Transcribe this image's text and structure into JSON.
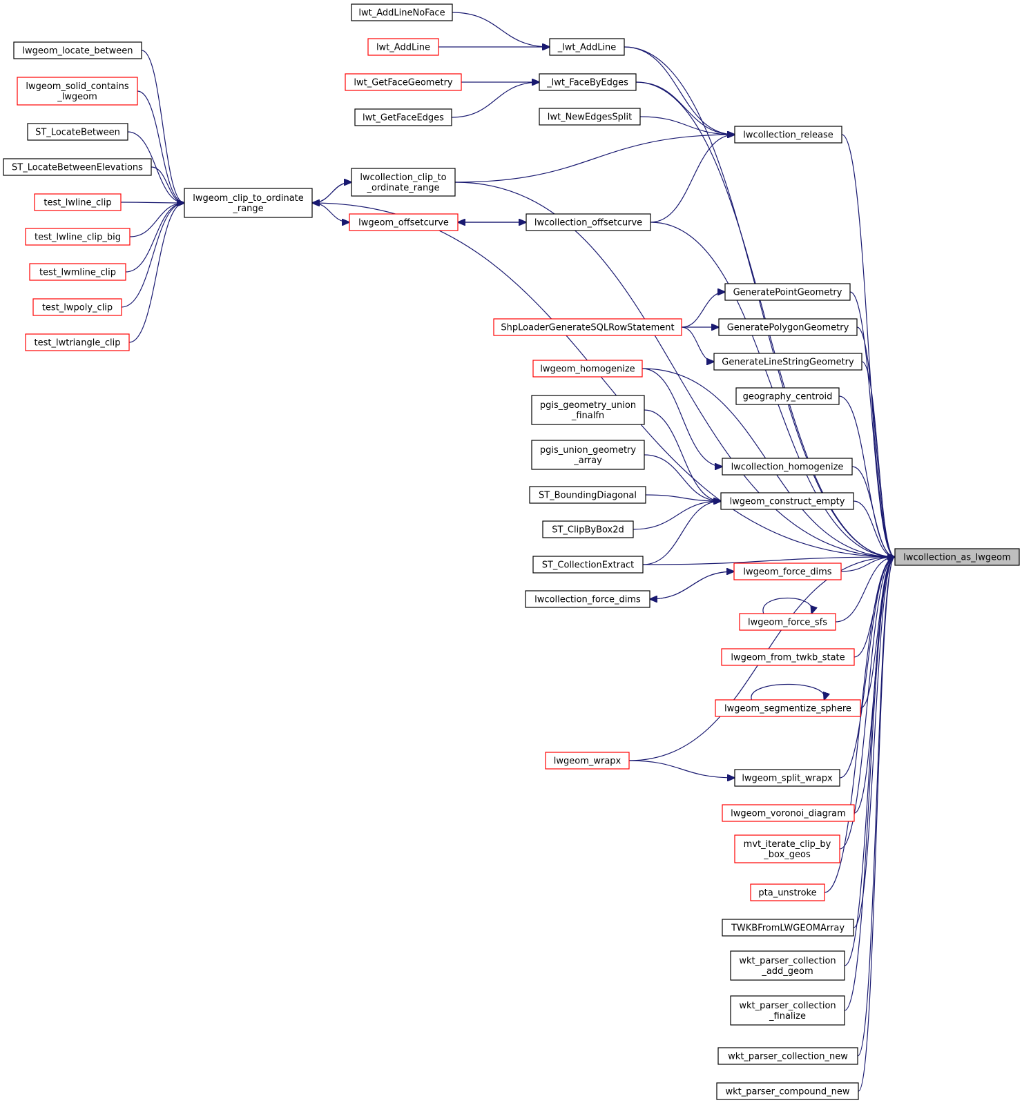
{
  "diagram": {
    "nodes": [
      {
        "id": "lwcollection_as_lwgeom",
        "lines": [
          "lwcollection_as_lwgeom"
        ],
        "color": "focus"
      },
      {
        "id": "lwt_AddLineNoFace",
        "lines": [
          "lwt_AddLineNoFace"
        ],
        "color": "black"
      },
      {
        "id": "lwt_AddLine",
        "lines": [
          "lwt_AddLine"
        ],
        "color": "red"
      },
      {
        "id": "_lwt_AddLine",
        "lines": [
          "_lwt_AddLine"
        ],
        "color": "black"
      },
      {
        "id": "lwt_GetFaceGeometry",
        "lines": [
          "lwt_GetFaceGeometry"
        ],
        "color": "red"
      },
      {
        "id": "_lwt_FaceByEdges",
        "lines": [
          "_lwt_FaceByEdges"
        ],
        "color": "black"
      },
      {
        "id": "lwt_GetFaceEdges",
        "lines": [
          "lwt_GetFaceEdges"
        ],
        "color": "black"
      },
      {
        "id": "lwt_NewEdgesSplit",
        "lines": [
          "lwt_NewEdgesSplit"
        ],
        "color": "black"
      },
      {
        "id": "lwcollection_release",
        "lines": [
          "lwcollection_release"
        ],
        "color": "black"
      },
      {
        "id": "lwcollection_clip_to_ordinate_range",
        "lines": [
          "lwcollection_clip_to",
          "_ordinate_range"
        ],
        "color": "black"
      },
      {
        "id": "lwgeom_offsetcurve",
        "lines": [
          "lwgeom_offsetcurve"
        ],
        "color": "red"
      },
      {
        "id": "lwcollection_offsetcurve",
        "lines": [
          "lwcollection_offsetcurve"
        ],
        "color": "black"
      },
      {
        "id": "lwgeom_clip_to_ordinate_range",
        "lines": [
          "lwgeom_clip_to_ordinate",
          "_range"
        ],
        "color": "black"
      },
      {
        "id": "lwgeom_locate_between",
        "lines": [
          "lwgeom_locate_between"
        ],
        "color": "black"
      },
      {
        "id": "lwgeom_solid_contains_lwgeom",
        "lines": [
          "lwgeom_solid_contains",
          "_lwgeom"
        ],
        "color": "red"
      },
      {
        "id": "ST_LocateBetween",
        "lines": [
          "ST_LocateBetween"
        ],
        "color": "black"
      },
      {
        "id": "ST_LocateBetweenElevations",
        "lines": [
          "ST_LocateBetweenElevations"
        ],
        "color": "black"
      },
      {
        "id": "test_lwline_clip",
        "lines": [
          "test_lwline_clip"
        ],
        "color": "red"
      },
      {
        "id": "test_lwline_clip_big",
        "lines": [
          "test_lwline_clip_big"
        ],
        "color": "red"
      },
      {
        "id": "test_lwmline_clip",
        "lines": [
          "test_lwmline_clip"
        ],
        "color": "red"
      },
      {
        "id": "test_lwpoly_clip",
        "lines": [
          "test_lwpoly_clip"
        ],
        "color": "red"
      },
      {
        "id": "test_lwtriangle_clip",
        "lines": [
          "test_lwtriangle_clip"
        ],
        "color": "red"
      },
      {
        "id": "GeneratePointGeometry",
        "lines": [
          "GeneratePointGeometry"
        ],
        "color": "black"
      },
      {
        "id": "ShpLoaderGenerateSQLRowStatement",
        "lines": [
          "ShpLoaderGenerateSQLRowStatement"
        ],
        "color": "red"
      },
      {
        "id": "GeneratePolygonGeometry",
        "lines": [
          "GeneratePolygonGeometry"
        ],
        "color": "black"
      },
      {
        "id": "GenerateLineStringGeometry",
        "lines": [
          "GenerateLineStringGeometry"
        ],
        "color": "black"
      },
      {
        "id": "lwgeom_homogenize",
        "lines": [
          "lwgeom_homogenize"
        ],
        "color": "red"
      },
      {
        "id": "geography_centroid",
        "lines": [
          "geography_centroid"
        ],
        "color": "black"
      },
      {
        "id": "pgis_geometry_union_finalfn",
        "lines": [
          "pgis_geometry_union",
          "_finalfn"
        ],
        "color": "black"
      },
      {
        "id": "pgis_union_geometry_array",
        "lines": [
          "pgis_union_geometry",
          "_array"
        ],
        "color": "black"
      },
      {
        "id": "lwcollection_homogenize",
        "lines": [
          "lwcollection_homogenize"
        ],
        "color": "black"
      },
      {
        "id": "ST_BoundingDiagonal",
        "lines": [
          "ST_BoundingDiagonal"
        ],
        "color": "black"
      },
      {
        "id": "lwgeom_construct_empty",
        "lines": [
          "lwgeom_construct_empty"
        ],
        "color": "black"
      },
      {
        "id": "ST_ClipByBox2d",
        "lines": [
          "ST_ClipByBox2d"
        ],
        "color": "black"
      },
      {
        "id": "ST_CollectionExtract",
        "lines": [
          "ST_CollectionExtract"
        ],
        "color": "black"
      },
      {
        "id": "lwgeom_force_dims",
        "lines": [
          "lwgeom_force_dims"
        ],
        "color": "red"
      },
      {
        "id": "lwcollection_force_dims",
        "lines": [
          "lwcollection_force_dims"
        ],
        "color": "black"
      },
      {
        "id": "lwgeom_force_sfs",
        "lines": [
          "lwgeom_force_sfs"
        ],
        "color": "red"
      },
      {
        "id": "lwgeom_from_twkb_state",
        "lines": [
          "lwgeom_from_twkb_state"
        ],
        "color": "red"
      },
      {
        "id": "lwgeom_segmentize_sphere",
        "lines": [
          "lwgeom_segmentize_sphere"
        ],
        "color": "red"
      },
      {
        "id": "lwgeom_wrapx",
        "lines": [
          "lwgeom_wrapx"
        ],
        "color": "red"
      },
      {
        "id": "lwgeom_split_wrapx",
        "lines": [
          "lwgeom_split_wrapx"
        ],
        "color": "black"
      },
      {
        "id": "lwgeom_voronoi_diagram",
        "lines": [
          "lwgeom_voronoi_diagram"
        ],
        "color": "red"
      },
      {
        "id": "mvt_iterate_clip_by_box_geos",
        "lines": [
          "mvt_iterate_clip_by",
          "_box_geos"
        ],
        "color": "red"
      },
      {
        "id": "pta_unstroke",
        "lines": [
          "pta_unstroke"
        ],
        "color": "red"
      },
      {
        "id": "TWKBFromLWGEOMArray",
        "lines": [
          "TWKBFromLWGEOMArray"
        ],
        "color": "black"
      },
      {
        "id": "wkt_parser_collection_add_geom",
        "lines": [
          "wkt_parser_collection",
          "_add_geom"
        ],
        "color": "black"
      },
      {
        "id": "wkt_parser_collection_finalize",
        "lines": [
          "wkt_parser_collection",
          "_finalize"
        ],
        "color": "black"
      },
      {
        "id": "wkt_parser_collection_new",
        "lines": [
          "wkt_parser_collection_new"
        ],
        "color": "black"
      },
      {
        "id": "wkt_parser_compound_new",
        "lines": [
          "wkt_parser_compound_new"
        ],
        "color": "black"
      }
    ],
    "edges": [
      {
        "from": "lwt_AddLineNoFace",
        "to": "_lwt_AddLine"
      },
      {
        "from": "lwt_AddLine",
        "to": "_lwt_AddLine"
      },
      {
        "from": "lwt_GetFaceGeometry",
        "to": "_lwt_FaceByEdges"
      },
      {
        "from": "lwt_GetFaceEdges",
        "to": "_lwt_FaceByEdges"
      },
      {
        "from": "_lwt_AddLine",
        "to": "lwcollection_release"
      },
      {
        "from": "_lwt_FaceByEdges",
        "to": "lwcollection_release"
      },
      {
        "from": "lwt_NewEdgesSplit",
        "to": "lwcollection_release"
      },
      {
        "from": "lwcollection_clip_to_ordinate_range",
        "to": "lwcollection_release"
      },
      {
        "from": "lwcollection_offsetcurve",
        "to": "lwcollection_release"
      },
      {
        "from": "lwcollection_clip_to_ordinate_range",
        "to": "lwgeom_clip_to_ordinate_range"
      },
      {
        "from": "lwgeom_clip_to_ordinate_range",
        "to": "lwcollection_clip_to_ordinate_range"
      },
      {
        "from": "lwgeom_clip_to_ordinate_range",
        "to": "lwgeom_offsetcurve"
      },
      {
        "from": "lwgeom_offsetcurve",
        "to": "lwcollection_offsetcurve"
      },
      {
        "from": "lwcollection_offsetcurve",
        "to": "lwgeom_offsetcurve"
      },
      {
        "from": "lwgeom_locate_between",
        "to": "lwgeom_clip_to_ordinate_range"
      },
      {
        "from": "lwgeom_solid_contains_lwgeom",
        "to": "lwgeom_clip_to_ordinate_range"
      },
      {
        "from": "ST_LocateBetween",
        "to": "lwgeom_clip_to_ordinate_range"
      },
      {
        "from": "ST_LocateBetweenElevations",
        "to": "lwgeom_clip_to_ordinate_range"
      },
      {
        "from": "test_lwline_clip",
        "to": "lwgeom_clip_to_ordinate_range"
      },
      {
        "from": "test_lwline_clip_big",
        "to": "lwgeom_clip_to_ordinate_range"
      },
      {
        "from": "test_lwmline_clip",
        "to": "lwgeom_clip_to_ordinate_range"
      },
      {
        "from": "test_lwpoly_clip",
        "to": "lwgeom_clip_to_ordinate_range"
      },
      {
        "from": "test_lwtriangle_clip",
        "to": "lwgeom_clip_to_ordinate_range"
      },
      {
        "from": "_lwt_AddLine",
        "to": "lwcollection_as_lwgeom"
      },
      {
        "from": "_lwt_FaceByEdges",
        "to": "lwcollection_as_lwgeom"
      },
      {
        "from": "lwcollection_release",
        "to": "lwcollection_as_lwgeom"
      },
      {
        "from": "lwcollection_clip_to_ordinate_range",
        "to": "lwcollection_as_lwgeom"
      },
      {
        "from": "lwcollection_offsetcurve",
        "to": "lwcollection_as_lwgeom"
      },
      {
        "from": "lwgeom_clip_to_ordinate_range",
        "to": "lwcollection_as_lwgeom"
      },
      {
        "from": "ShpLoaderGenerateSQLRowStatement",
        "to": "GeneratePointGeometry"
      },
      {
        "from": "ShpLoaderGenerateSQLRowStatement",
        "to": "GeneratePolygonGeometry"
      },
      {
        "from": "ShpLoaderGenerateSQLRowStatement",
        "to": "GenerateLineStringGeometry"
      },
      {
        "from": "GeneratePointGeometry",
        "to": "lwcollection_as_lwgeom"
      },
      {
        "from": "GeneratePolygonGeometry",
        "to": "lwcollection_as_lwgeom"
      },
      {
        "from": "GenerateLineStringGeometry",
        "to": "lwcollection_as_lwgeom"
      },
      {
        "from": "geography_centroid",
        "to": "lwcollection_as_lwgeom"
      },
      {
        "from": "lwgeom_homogenize",
        "to": "lwcollection_homogenize"
      },
      {
        "from": "lwgeom_homogenize",
        "to": "lwcollection_as_lwgeom"
      },
      {
        "from": "lwcollection_homogenize",
        "to": "lwcollection_as_lwgeom"
      },
      {
        "from": "pgis_geometry_union_finalfn",
        "to": "lwgeom_construct_empty"
      },
      {
        "from": "pgis_union_geometry_array",
        "to": "lwgeom_construct_empty"
      },
      {
        "from": "ST_BoundingDiagonal",
        "to": "lwgeom_construct_empty"
      },
      {
        "from": "ST_ClipByBox2d",
        "to": "lwgeom_construct_empty"
      },
      {
        "from": "ST_CollectionExtract",
        "to": "lwgeom_construct_empty"
      },
      {
        "from": "lwgeom_construct_empty",
        "to": "lwcollection_as_lwgeom"
      },
      {
        "from": "ST_CollectionExtract",
        "to": "lwcollection_as_lwgeom"
      },
      {
        "from": "lwgeom_force_dims",
        "to": "lwcollection_as_lwgeom"
      },
      {
        "from": "lwcollection_force_dims",
        "to": "lwgeom_force_dims"
      },
      {
        "from": "lwgeom_force_dims",
        "to": "lwcollection_force_dims"
      },
      {
        "from": "lwgeom_force_sfs",
        "to": "lwgeom_force_sfs"
      },
      {
        "from": "lwgeom_force_sfs",
        "to": "lwcollection_as_lwgeom"
      },
      {
        "from": "lwgeom_from_twkb_state",
        "to": "lwcollection_as_lwgeom"
      },
      {
        "from": "lwgeom_segmentize_sphere",
        "to": "lwgeom_segmentize_sphere"
      },
      {
        "from": "lwgeom_segmentize_sphere",
        "to": "lwcollection_as_lwgeom"
      },
      {
        "from": "lwgeom_wrapx",
        "to": "lwcollection_as_lwgeom"
      },
      {
        "from": "lwgeom_wrapx",
        "to": "lwgeom_split_wrapx"
      },
      {
        "from": "lwgeom_split_wrapx",
        "to": "lwcollection_as_lwgeom"
      },
      {
        "from": "lwgeom_voronoi_diagram",
        "to": "lwcollection_as_lwgeom"
      },
      {
        "from": "mvt_iterate_clip_by_box_geos",
        "to": "lwcollection_as_lwgeom"
      },
      {
        "from": "pta_unstroke",
        "to": "lwcollection_as_lwgeom"
      },
      {
        "from": "TWKBFromLWGEOMArray",
        "to": "lwcollection_as_lwgeom"
      },
      {
        "from": "wkt_parser_collection_add_geom",
        "to": "lwcollection_as_lwgeom"
      },
      {
        "from": "wkt_parser_collection_finalize",
        "to": "lwcollection_as_lwgeom"
      },
      {
        "from": "wkt_parser_collection_new",
        "to": "lwcollection_as_lwgeom"
      },
      {
        "from": "wkt_parser_compound_new",
        "to": "lwcollection_as_lwgeom"
      }
    ]
  },
  "colors": {
    "edge": "#191970",
    "red_border": "#ff0000",
    "black_border": "#000000",
    "focus_fill": "#bfbfbf"
  }
}
